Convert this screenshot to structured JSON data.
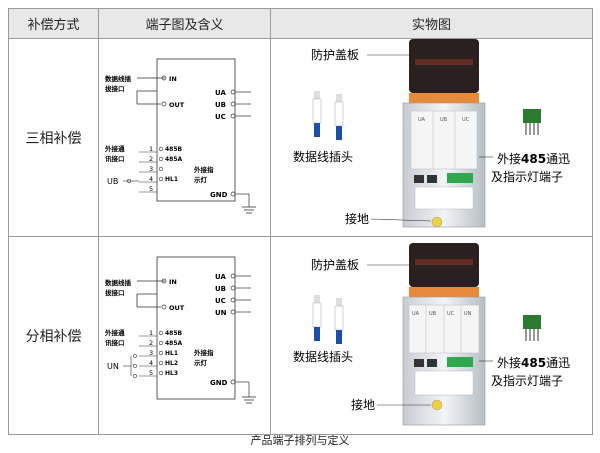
{
  "table": {
    "headers": [
      "补偿方式",
      "端子图及含义",
      "实物图"
    ],
    "rows": [
      {
        "mode": "三相补偿",
        "schematic": {
          "left_label_1": "数据线插",
          "left_label_2": "拔接口",
          "in_label": "IN",
          "out_label": "OUT",
          "comm_label_1": "外接通",
          "comm_label_2": "讯接口",
          "pin_numbers": [
            "1",
            "2",
            "3",
            "4",
            "5"
          ],
          "pin_labels": [
            "485B",
            "485A",
            "",
            "HL1"
          ],
          "ind_label_1": "外接指",
          "ind_label_2": "示灯",
          "ub_label": "UB",
          "right_terms": [
            "UA",
            "UB",
            "UC"
          ],
          "gnd_label": "GND"
        },
        "photo": {
          "cover_label": "防护盖板",
          "plug_label": "数据线插头",
          "ext_label_prefix": "外接",
          "ext_label_num": "485",
          "ext_label_suffix": "通迅",
          "ext_label_line2": "及指示灯端子",
          "ground_label": "接地",
          "top_terms": [
            "UA",
            "UB",
            "UC"
          ]
        }
      },
      {
        "mode": "分相补偿",
        "schematic": {
          "left_label_1": "数据线插",
          "left_label_2": "拔接口",
          "in_label": "IN",
          "out_label": "OUT",
          "comm_label_1": "外接通",
          "comm_label_2": "讯接口",
          "pin_numbers": [
            "1",
            "2",
            "3",
            "4",
            "5"
          ],
          "pin_labels": [
            "485B",
            "485A",
            "HL1",
            "HL2",
            "HL3"
          ],
          "ind_label_1": "外接指",
          "ind_label_2": "示灯",
          "un_label": "UN",
          "right_terms": [
            "UA",
            "UB",
            "UC",
            "UN"
          ],
          "gnd_label": "GND"
        },
        "photo": {
          "cover_label": "防护盖板",
          "plug_label": "数据线插头",
          "ext_label_prefix": "外接",
          "ext_label_num": "485",
          "ext_label_suffix": "通迅",
          "ext_label_line2": "及指示灯端子",
          "ground_label": "接地",
          "top_terms": [
            "UA",
            "UB",
            "UC",
            "UN"
          ]
        }
      }
    ]
  },
  "caption": "产品端子排列与定义"
}
